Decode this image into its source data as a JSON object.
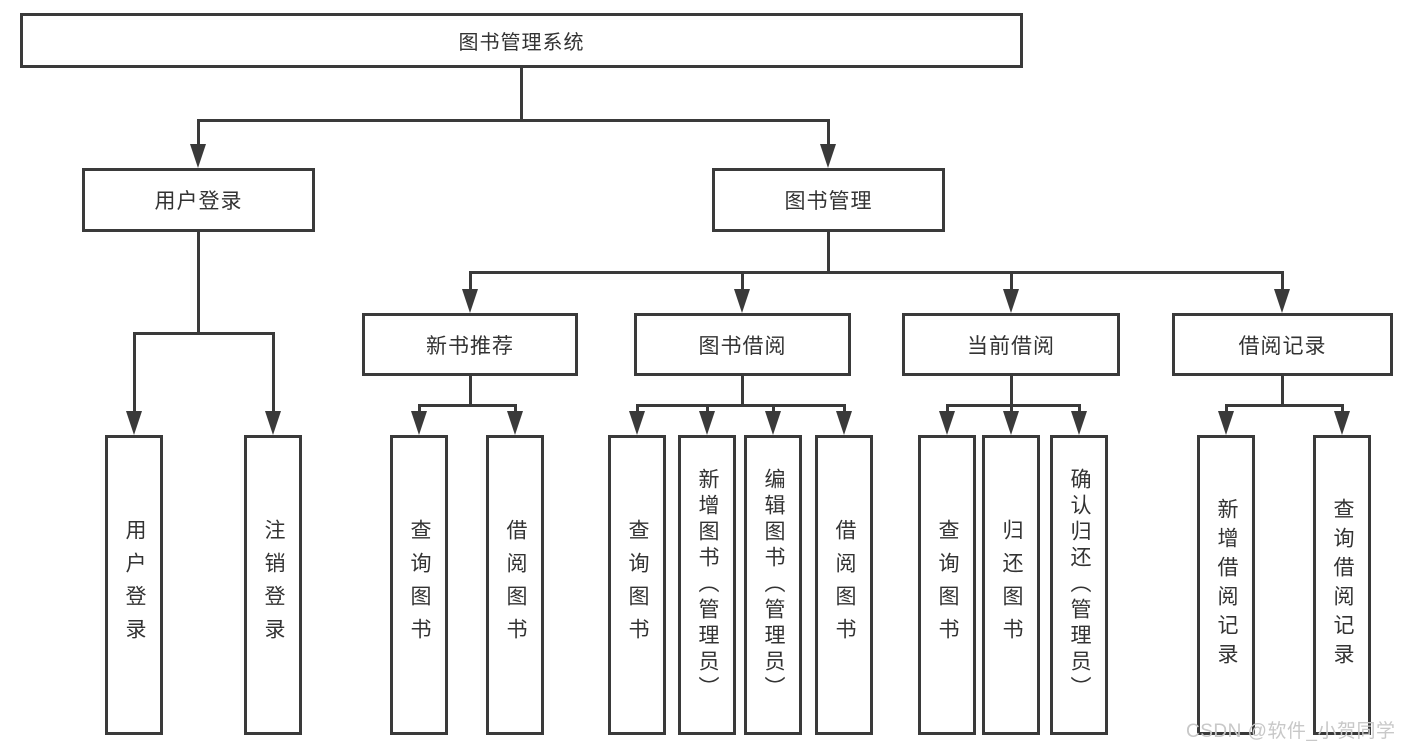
{
  "diagram": {
    "type": "hierarchy-tree",
    "root": {
      "label": "图书管理系统"
    },
    "level2": [
      {
        "label": "用户登录",
        "parent": "图书管理系统"
      },
      {
        "label": "图书管理",
        "parent": "图书管理系统"
      }
    ],
    "level3": [
      {
        "label": "新书推荐",
        "parent": "图书管理"
      },
      {
        "label": "图书借阅",
        "parent": "图书管理"
      },
      {
        "label": "当前借阅",
        "parent": "图书管理"
      },
      {
        "label": "借阅记录",
        "parent": "图书管理"
      }
    ],
    "leaves": [
      {
        "label": "用户登录",
        "parent": "用户登录"
      },
      {
        "label": "注销登录",
        "parent": "用户登录"
      },
      {
        "label": "查询图书",
        "parent": "新书推荐"
      },
      {
        "label": "借阅图书",
        "parent": "新书推荐"
      },
      {
        "label": "查询图书",
        "parent": "图书借阅"
      },
      {
        "label": "新增图书（管理员）",
        "parent": "图书借阅"
      },
      {
        "label": "编辑图书（管理员）",
        "parent": "图书借阅"
      },
      {
        "label": "借阅图书",
        "parent": "图书借阅"
      },
      {
        "label": "查询图书",
        "parent": "当前借阅"
      },
      {
        "label": "归还图书",
        "parent": "当前借阅"
      },
      {
        "label": "确认归还（管理员）",
        "parent": "当前借阅"
      },
      {
        "label": "新增借阅记录",
        "parent": "借阅记录"
      },
      {
        "label": "查询借阅记录",
        "parent": "借阅记录"
      }
    ]
  },
  "watermark": {
    "text": "CSDN @软件_小贺同学"
  },
  "colors": {
    "line": "#3a3a3a",
    "text": "#333333",
    "background": "#ffffff",
    "watermark": "#c8c8c8"
  }
}
